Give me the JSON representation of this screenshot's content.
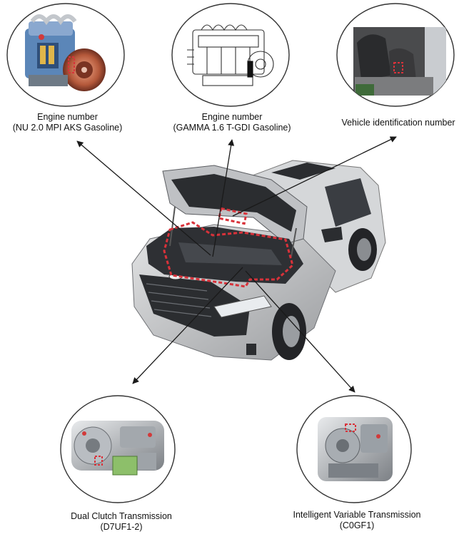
{
  "diagram": {
    "panels": [
      {
        "id": "engine-nu",
        "lines": [
          "Engine number",
          "(NU 2.0 MPI AKS Gasoline)"
        ]
      },
      {
        "id": "engine-gamma",
        "lines": [
          "Engine number",
          "(GAMMA 1.6 T-GDI Gasoline)"
        ]
      },
      {
        "id": "vin",
        "lines": [
          "Vehicle identification number"
        ]
      },
      {
        "id": "dct",
        "lines": [
          "Dual Clutch Transmission",
          "(D7UF1-2)"
        ]
      },
      {
        "id": "ivt",
        "lines": [
          "Intelligent Variable Transmission",
          "(C0GF1)"
        ]
      }
    ],
    "colors": {
      "car_body": "#c9cbcd",
      "car_dark": "#2b2d30",
      "marker": "#d8323a",
      "arrow": "#1a1a1a",
      "circle_stroke": "#333333"
    }
  }
}
